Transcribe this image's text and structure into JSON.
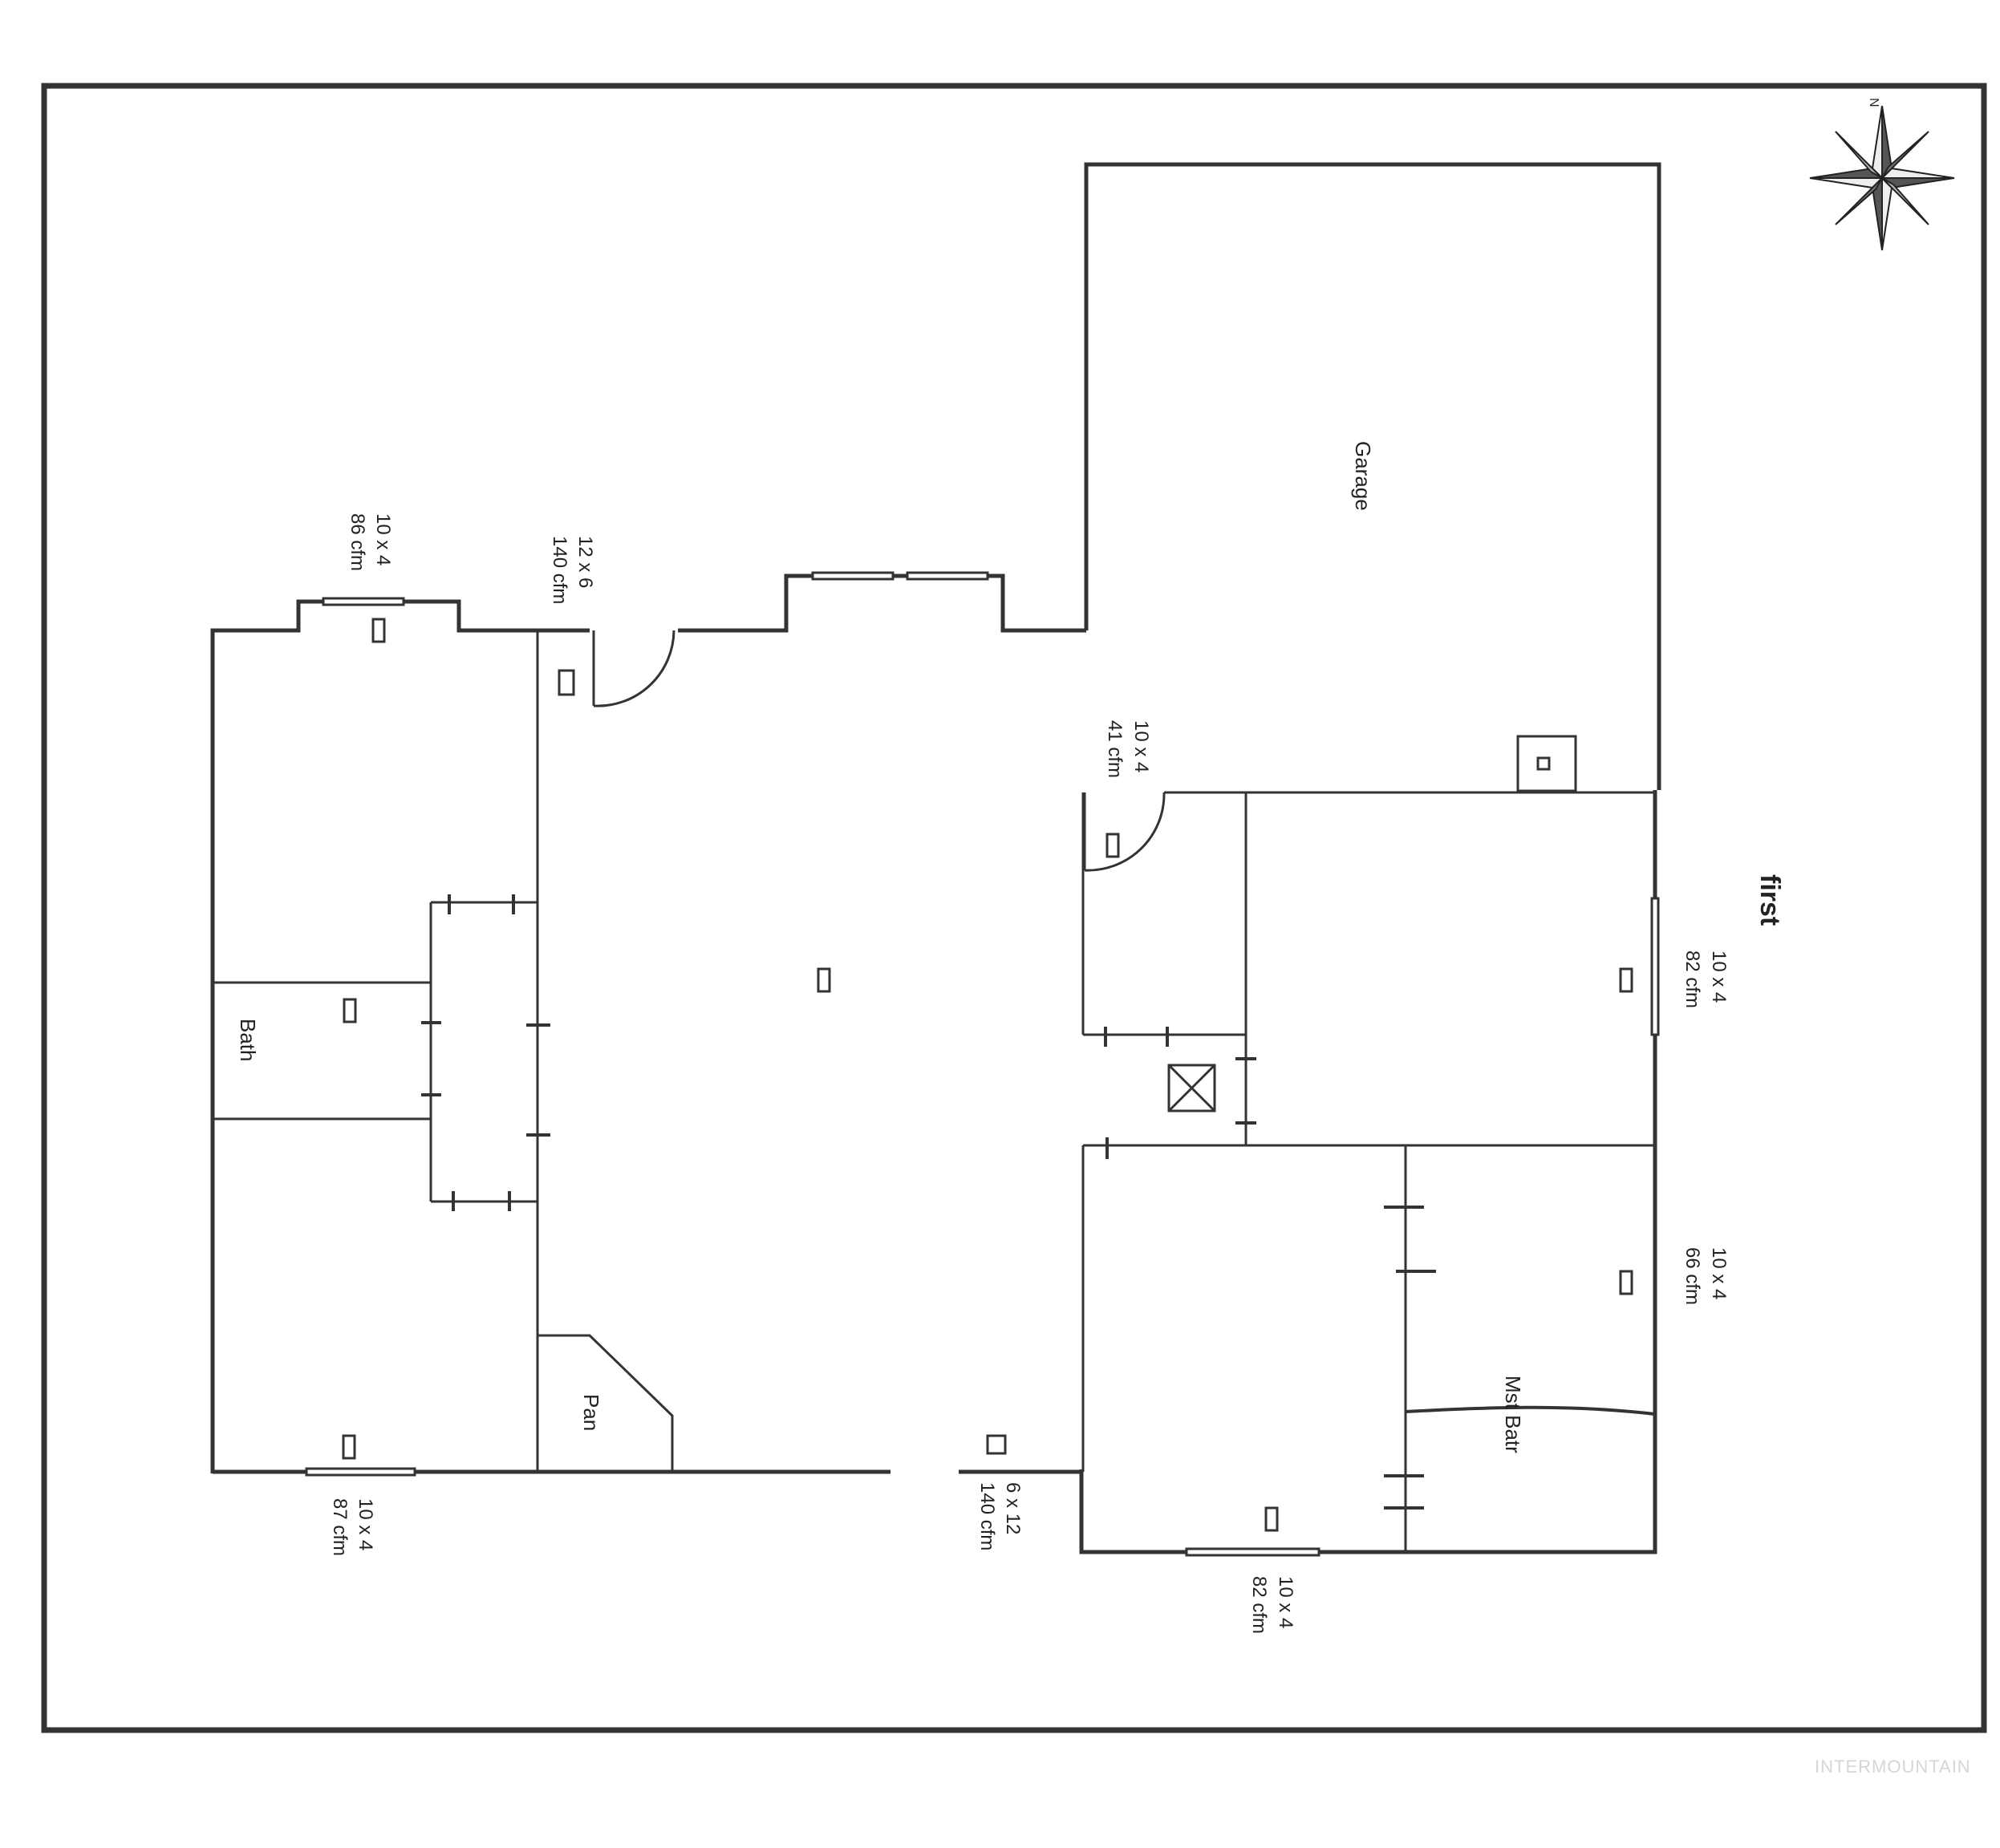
{
  "drawing": {
    "title": "first",
    "watermark": "INTERMOUNTAIN"
  },
  "compass": {
    "north_label": "N",
    "icon": "compass-rose-icon"
  },
  "rooms": {
    "garage": "Garage",
    "bath": "Bath",
    "pantry": "Pan",
    "master_bath": "Mst Batr"
  },
  "vents": {
    "v1": {
      "size": "10 x 4",
      "cfm": "86 cfm"
    },
    "v2": {
      "size": "12 x 6",
      "cfm": "140 cfm"
    },
    "v3": {
      "size": "10 x 4",
      "cfm": "41 cfm"
    },
    "v4": {
      "size": "10 x 4",
      "cfm": "82 cfm"
    },
    "v5": {
      "size": "10 x 4",
      "cfm": "66 cfm"
    },
    "v6": {
      "size": "10 x 4",
      "cfm": "87 cfm"
    },
    "v7": {
      "size": "6 x 12",
      "cfm": "140 cfm"
    },
    "v8": {
      "size": "10 x 4",
      "cfm": "82 cfm"
    }
  }
}
